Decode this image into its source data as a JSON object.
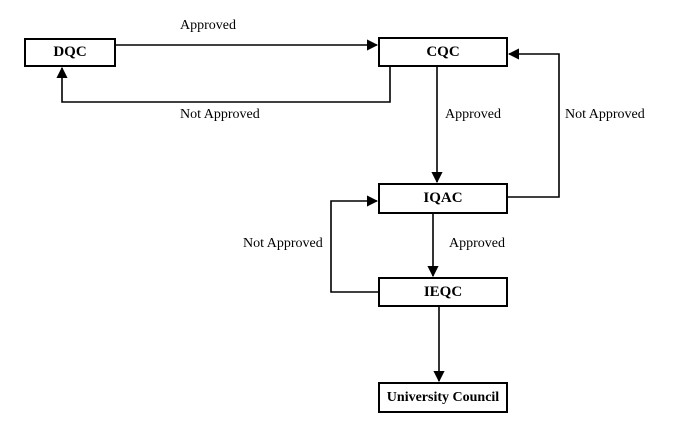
{
  "nodes": {
    "dqc": "DQC",
    "cqc": "CQC",
    "iqac": "IQAC",
    "ieqc": "IEQC",
    "university_council": "University Council"
  },
  "edges": {
    "dqc_to_cqc": "Approved",
    "cqc_to_dqc": "Not Approved",
    "cqc_to_iqac": "Approved",
    "iqac_to_cqc": "Not Approved",
    "iqac_to_ieqc": "Approved",
    "ieqc_to_iqac": "Not Approved"
  }
}
